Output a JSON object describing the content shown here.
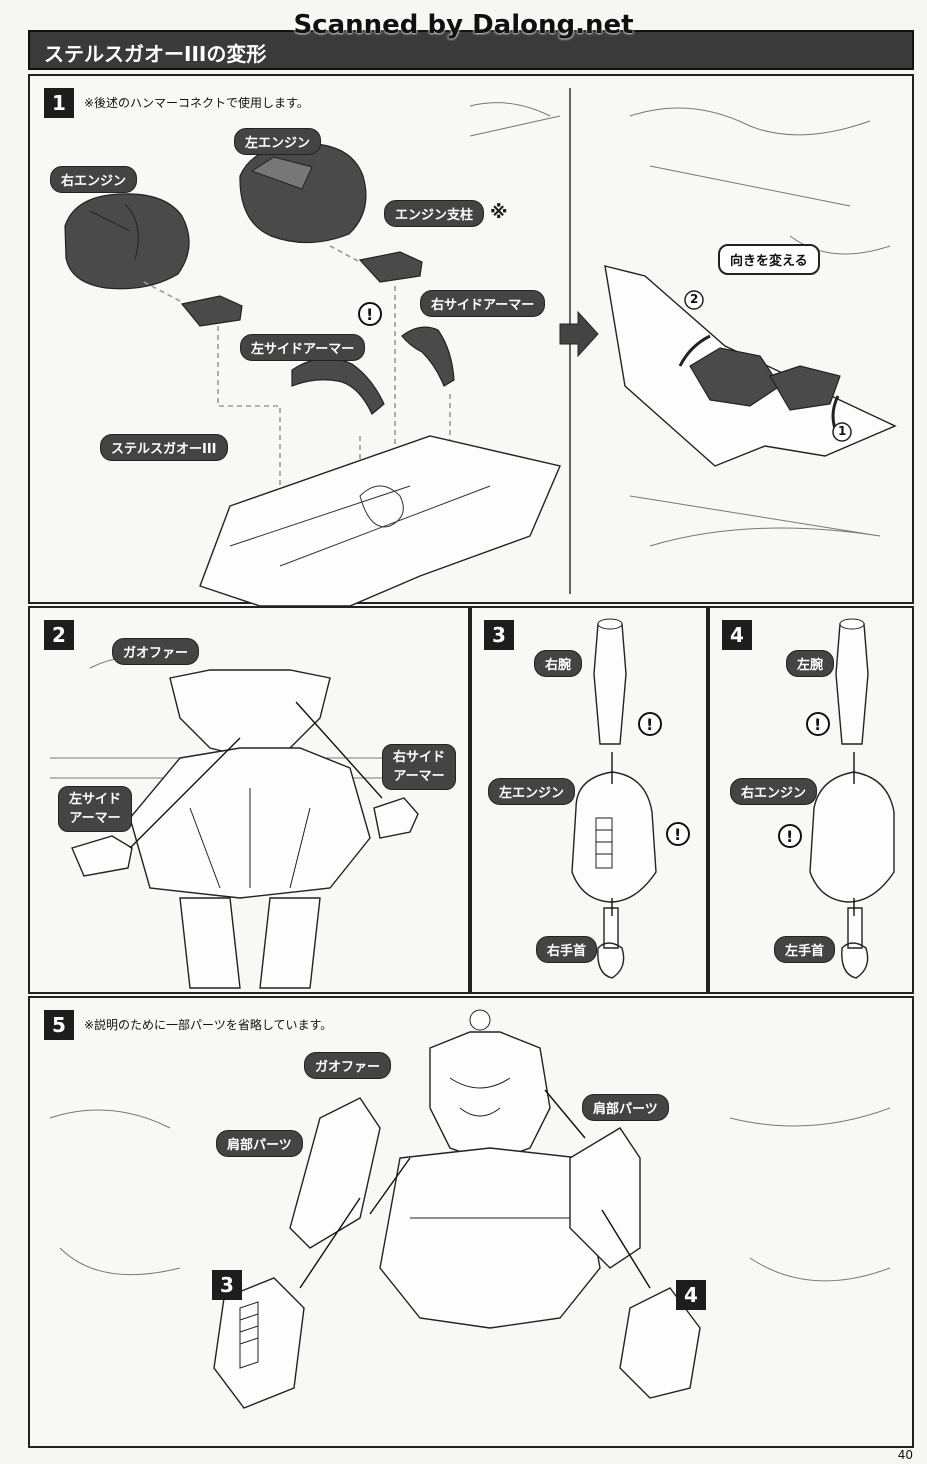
{
  "watermark": "Scanned by Dalong.net",
  "header": {
    "title": "ステルスガオーIIIの変形"
  },
  "step1": {
    "number": "1",
    "note": "※後述のハンマーコネクトで使用します。",
    "labels": {
      "right_engine": "右エンジン",
      "left_engine": "左エンジン",
      "engine_strut": "エンジン支柱",
      "engine_strut_mark": "※",
      "right_side_armor": "右サイドアーマー",
      "left_side_armor": "左サイドアーマー",
      "stealth_gao": "ステルスガオーIII"
    },
    "change_direction": "向きを変える",
    "circle_1": "1",
    "circle_2": "2"
  },
  "step2": {
    "number": "2",
    "labels": {
      "gaofar": "ガオファー",
      "right_side_armor_l1": "右サイド",
      "right_side_armor_l2": "アーマー",
      "left_side_armor_l1": "左サイド",
      "left_side_armor_l2": "アーマー"
    }
  },
  "step3": {
    "number": "3",
    "labels": {
      "right_arm": "右腕",
      "left_engine": "左エンジン",
      "right_wrist": "右手首"
    }
  },
  "step4": {
    "number": "4",
    "labels": {
      "left_arm": "左腕",
      "right_engine": "右エンジン",
      "left_wrist": "左手首"
    }
  },
  "step5": {
    "number": "5",
    "note": "※説明のために一部パーツを省略しています。",
    "labels": {
      "gaofar": "ガオファー",
      "shoulder_left": "肩部パーツ",
      "shoulder_right": "肩部パーツ",
      "ref_3": "3",
      "ref_4": "4"
    }
  },
  "exclamation": "!",
  "page_number": "40"
}
